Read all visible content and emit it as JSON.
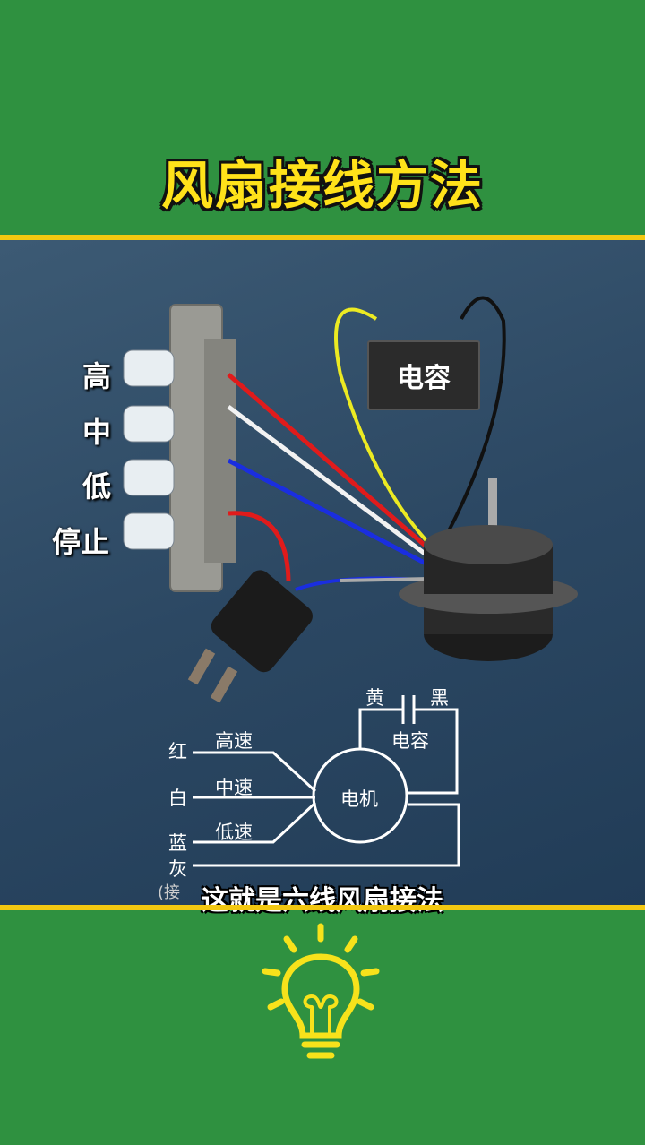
{
  "title": "风扇接线方法",
  "switch_labels": [
    "高",
    "中",
    "低",
    "停止"
  ],
  "capacitor_label": "电容",
  "diagram": {
    "wire_colors": [
      "红",
      "白",
      "蓝",
      "灰"
    ],
    "ground_note": "(接",
    "speeds": [
      "高速",
      "中速",
      "低速"
    ],
    "motor": "电机",
    "cap_wires": [
      "黄",
      "黑"
    ],
    "capacitor": "电容"
  },
  "subtitle": "这就是六线风扇接法",
  "colors": {
    "background": "#2f9140",
    "accent": "#f3c811",
    "panel": "#2c4863"
  }
}
